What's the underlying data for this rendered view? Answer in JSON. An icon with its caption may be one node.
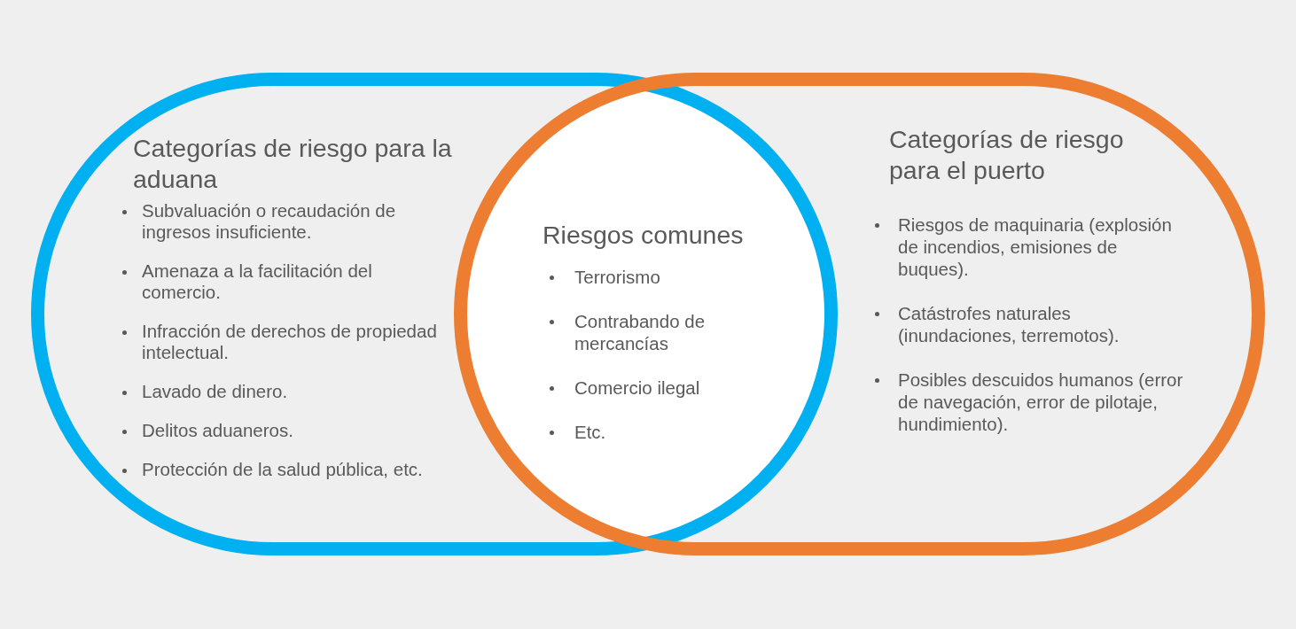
{
  "diagram": {
    "nodes": [
      {
        "text": [
          "Categorías de riesgo para la aduana",
          "Subvaluación o recaudación de ingresos insuficiente.",
          "Amenaza a la facilitación del comercio.",
          "Infracción de derechos de propiedad intelectual.",
          "Lavado de dinero.",
          "Delitos aduaneros.",
          "Protección de la salud pública, etc."
        ]
      },
      {
        "text": [
          "Riesgos comunes",
          "Terrorismo",
          "Contrabando de mercancías",
          "Comercio ilegal",
          "Etc."
        ]
      },
      {
        "text": [
          "Categorías de riesgo para el puerto",
          "Riesgos de maquinaria (explosión de incendios, emisiones de buques).",
          "Catástrofes naturales (inundaciones, terremotos).",
          "Posibles descuidos humanos (error de navegación, error de pilotaje, hundimiento)."
        ]
      }
    ]
  }
}
